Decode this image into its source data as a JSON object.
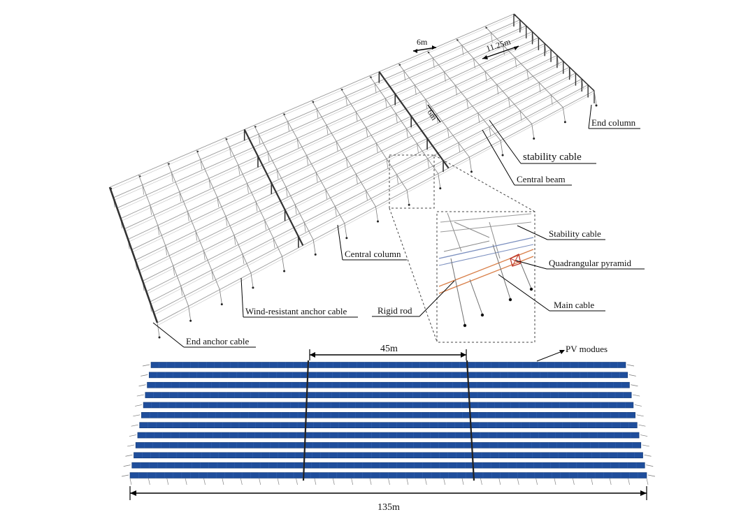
{
  "labels": {
    "end_column": "End column",
    "stability_cable_top": "stability cable",
    "central_beam": "Central beam",
    "stability_cable_detail": "Stability cable",
    "quadrangular_pyramid": "Quadrangular pyramid",
    "central_column": "Central column",
    "rigid_rod": "Rigid rod",
    "main_cable": "Main cable",
    "wind_resistant_anchor_cable": "Wind-resistant anchor cable",
    "end_anchor_cable": "End anchor cable",
    "pv_modules": "PV modues"
  },
  "dimensions": {
    "bay_spacing_a": "6m",
    "bay_spacing_b": "6m",
    "span_width": "11.25m",
    "central_segment": "45m",
    "total_length": "135m"
  },
  "colors": {
    "pv_panel": "#1f4e9c",
    "pv_panel_edge": "#123872",
    "frame_line": "#9a9a9a",
    "column": "#333333",
    "detail_main_cable": "#d9804a",
    "detail_pyramid": "#c0392b",
    "detail_stability": "#7b8fbf"
  }
}
